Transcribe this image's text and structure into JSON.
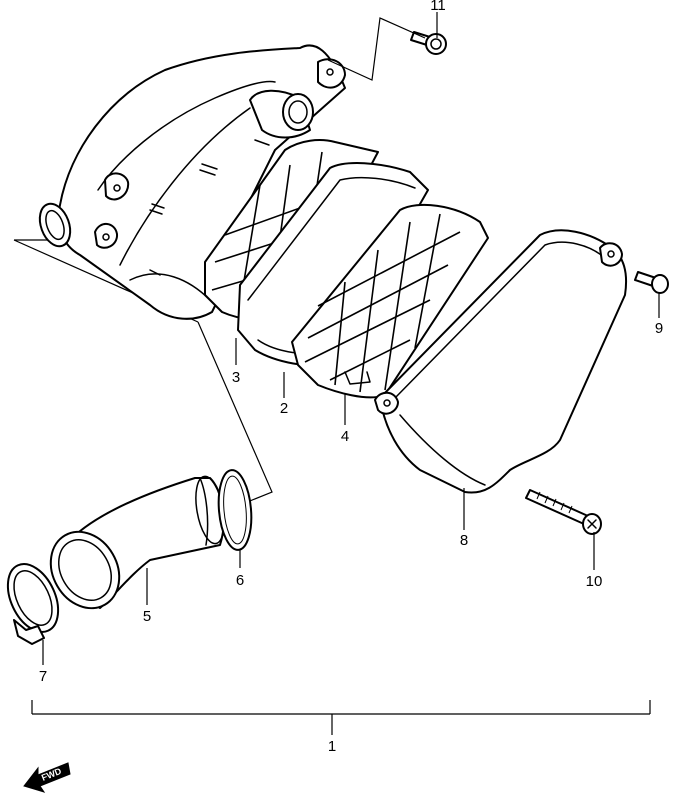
{
  "callouts": [
    {
      "id": "1",
      "text": "1"
    },
    {
      "id": "2",
      "text": "2"
    },
    {
      "id": "3",
      "text": "3"
    },
    {
      "id": "4",
      "text": "4"
    },
    {
      "id": "5",
      "text": "5"
    },
    {
      "id": "6",
      "text": "6"
    },
    {
      "id": "7",
      "text": "7"
    },
    {
      "id": "8",
      "text": "8"
    },
    {
      "id": "9",
      "text": "9"
    },
    {
      "id": "10",
      "text": "10"
    },
    {
      "id": "11",
      "text": "11"
    }
  ],
  "fwd_arrow": {
    "text": "FWD",
    "icon": "fwd-arrow-icon"
  }
}
